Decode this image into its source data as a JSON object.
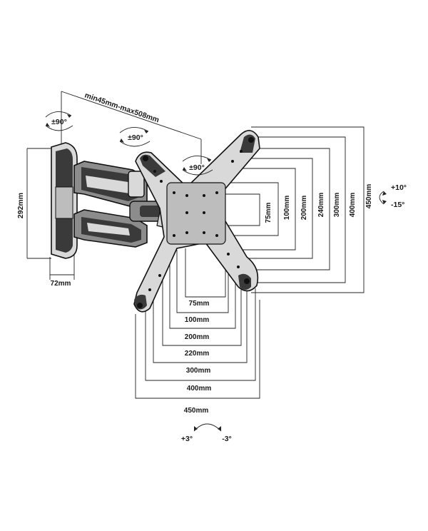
{
  "colors": {
    "line": "#222222",
    "metal_dark": "#3a3a3a",
    "metal_mid": "#8c8c8c",
    "metal_light": "#d9d9d9",
    "background": "#ffffff"
  },
  "labels": {
    "arm_reach": "min45mm-max508mm",
    "wall_height": "292mm",
    "wall_width": "72mm",
    "rot_wall": "±90°",
    "rot_arm": "±90°",
    "rot_plate": "±90°",
    "tilt_up": "+10°",
    "tilt_down": "-15°",
    "level_plus": "+3°",
    "level_minus": "-3°"
  },
  "vesa_horizontal": [
    "75mm",
    "100mm",
    "200mm",
    "220mm",
    "300mm",
    "400mm",
    "450mm"
  ],
  "vesa_vertical": [
    "75mm",
    "100mm",
    "200mm",
    "240mm",
    "300mm",
    "400mm",
    "450mm"
  ],
  "icons": [
    "rotate-arrow-icon",
    "tilt-arrow-icon",
    "level-arrow-icon"
  ]
}
